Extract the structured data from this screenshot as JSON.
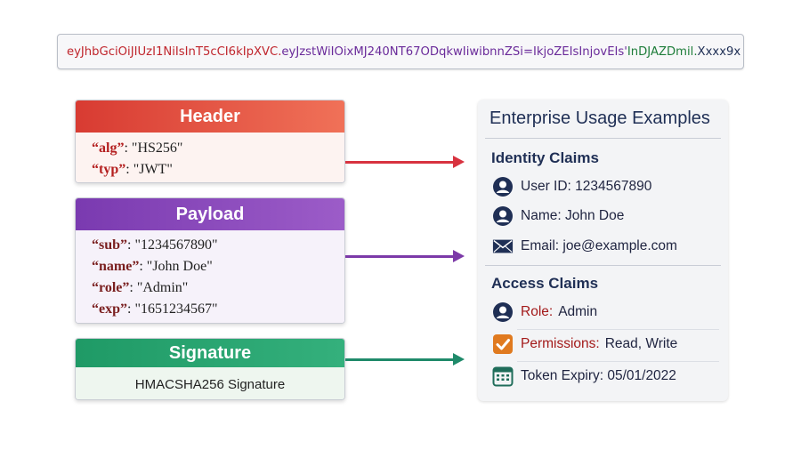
{
  "token": {
    "header_part": "eyJhbGciOiJIUzI1NiIsInT5cCI6kIpXVC.",
    "payload_part": "eyJzstWiIOixMJ240NT67ODqkwIiwibnnZSi=IkjoZEIsInjovEIs'",
    "signature_part": "InDJAZDmil.",
    "tail": "Xxxx9x"
  },
  "header": {
    "title": "Header",
    "fields": [
      {
        "key": "“alg”",
        "value": "\"HS256\""
      },
      {
        "key": "“typ”",
        "value": "\"JWT\""
      }
    ]
  },
  "payload": {
    "title": "Payload",
    "fields": [
      {
        "key": "“sub”",
        "value": "\"1234567890\""
      },
      {
        "key": "“name”",
        "value": "\"John Doe\""
      },
      {
        "key": "“role”",
        "value": "\"Admin\""
      },
      {
        "key": "“exp”",
        "value": "\"1651234567\""
      }
    ]
  },
  "signature": {
    "title": "Signature",
    "text": "HMACSHA256 Signature"
  },
  "panel": {
    "title": "Enterprise Usage Examples",
    "identity": {
      "title": "Identity Claims",
      "items": [
        {
          "icon": "user-icon",
          "text": "User ID: 1234567890"
        },
        {
          "icon": "user-icon",
          "text": "Name: John Doe"
        },
        {
          "icon": "envelope-icon",
          "text": "Email: joe@example.com"
        }
      ]
    },
    "access": {
      "title": "Access Claims",
      "items": [
        {
          "icon": "user-icon",
          "label": "Role:",
          "text": "Admin"
        },
        {
          "icon": "checkbox-icon",
          "label": "Permissions:",
          "text": "Read, Write"
        },
        {
          "icon": "calendar-icon",
          "text": "Token Expiry: 05/01/2022"
        }
      ]
    }
  },
  "colors": {
    "header": "#d83b32",
    "payload": "#7a3ab0",
    "signature": "#1f9a66",
    "navy": "#1f2f55"
  }
}
